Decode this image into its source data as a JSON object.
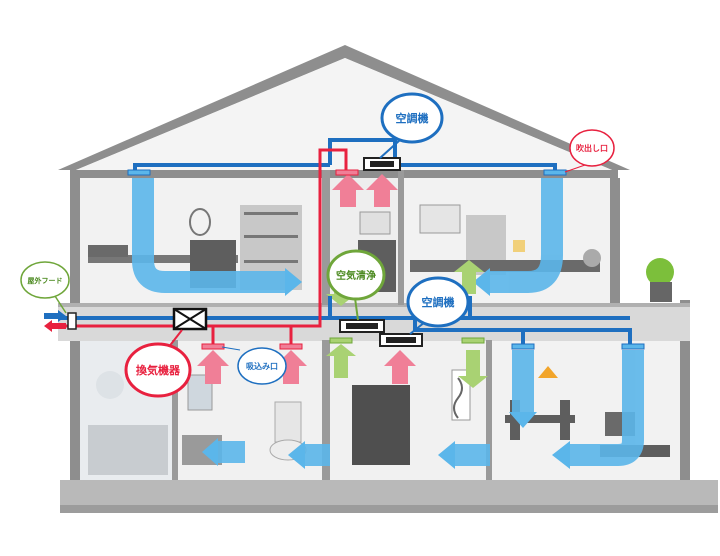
{
  "labels": {
    "air_conditioner_upper": "空調機",
    "air_outlet": "吹出し口",
    "outdoor_hood": "屋外フード",
    "air_purifier": "空気清浄",
    "air_conditioner_lower": "空調機",
    "ventilation_unit": "換気機器",
    "air_intake": "吸込み口"
  },
  "colors": {
    "supply_blue": "#1e6fc0",
    "return_red": "#e8213f",
    "cool_air": "#5bb6ea",
    "warm_air": "#f07f97",
    "purified_air": "#a9d273",
    "house_grey": "#8e8e8e",
    "floor_slab": "#d9d9d9"
  },
  "icons": {
    "ventilation_unit": "heat-exchanger-icon",
    "air_conditioner": "ac-unit-icon",
    "outdoor_hood": "vent-hood-icon"
  }
}
